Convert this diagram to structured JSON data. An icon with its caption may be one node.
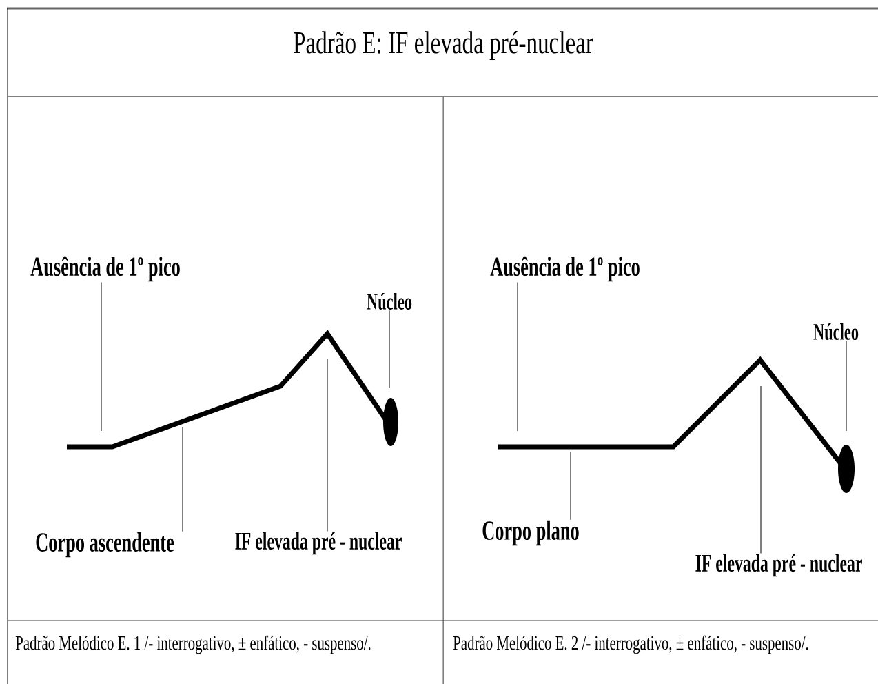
{
  "diagram": {
    "title": "Padrão E: IF elevada pré-nuclear",
    "nodes": [
      {
        "text": [
          "Ausência de 1º pico"
        ]
      },
      {
        "text": [
          "Núcleo"
        ]
      },
      {
        "text": [
          "Corpo ascendente"
        ]
      },
      {
        "text": [
          "IF elevada pré - nuclear"
        ]
      },
      {
        "text": [
          "Ausência de 1º pico"
        ]
      },
      {
        "text": [
          "Núcleo"
        ]
      },
      {
        "text": [
          "Corpo plano"
        ]
      },
      {
        "text": [
          "IF elevada pré - nuclear"
        ]
      }
    ],
    "edges": [
      {
        "from": 0,
        "to": null,
        "arrow": "none"
      },
      {
        "from": 1,
        "to": null,
        "arrow": "none"
      },
      {
        "from": 2,
        "to": null,
        "arrow": "none"
      },
      {
        "from": 3,
        "to": null,
        "arrow": "none"
      },
      {
        "from": 4,
        "to": null,
        "arrow": "none"
      },
      {
        "from": 5,
        "to": null,
        "arrow": "none"
      },
      {
        "from": 6,
        "to": null,
        "arrow": "none"
      },
      {
        "from": 7,
        "to": null,
        "arrow": "none"
      }
    ],
    "labels": [
      "Padrão Melódico E. 1 /- interrogativo, ± enfático, - suspenso/.",
      "Padrão Melódico E. 2 /- interrogativo, ± enfático, - suspenso/."
    ]
  }
}
